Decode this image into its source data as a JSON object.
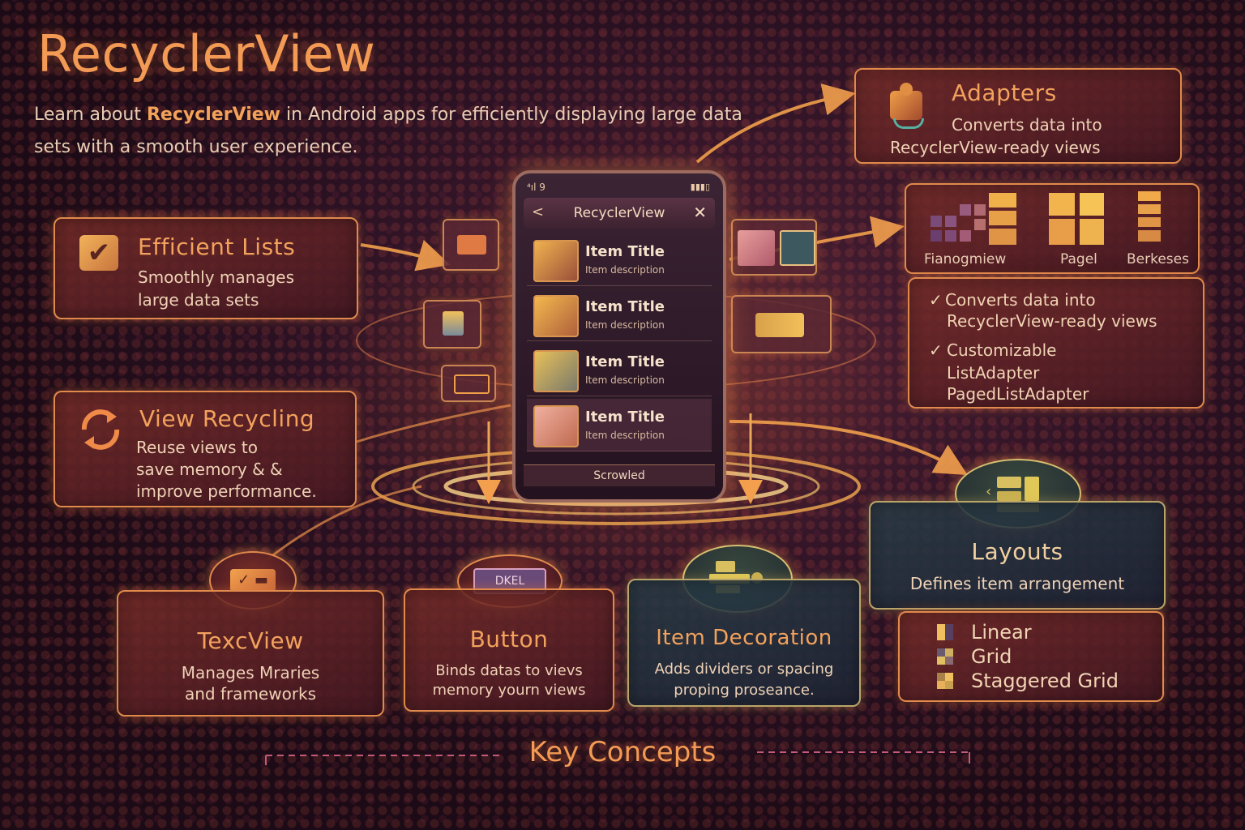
{
  "header": {
    "title": "RecyclerView",
    "intro_prefix": "Learn about ",
    "intro_highlight": "RecyclerView",
    "intro_suffix": " in Android apps for efficiently displaying large data sets with a smooth user experience."
  },
  "efficient_lists": {
    "title": "Efficient Lists",
    "desc_1": "Smoothly manages",
    "desc_2": "large data sets"
  },
  "view_recycling": {
    "title": "View Recycling",
    "desc_1": "Reuse views to",
    "desc_2": "save memory & &",
    "desc_3": "improve performance."
  },
  "adapters": {
    "title": "Adapters",
    "desc_1": "Converts data into",
    "desc_2": "RecyclerView-ready views"
  },
  "adapter_types": {
    "labels": [
      "Fianogmiew",
      "Pagel",
      "Berkeses"
    ],
    "bullet_1a": "Converts data into",
    "bullet_1b": "RecyclerView-ready views",
    "bullet_2a": "Customizable",
    "bullet_2b": "ListAdapter",
    "bullet_2c": "PagedListAdapter",
    "check": "✓"
  },
  "phone": {
    "status_left": "⁴ıl 9",
    "status_right": "▮▮▮▯",
    "appbar_title": "RecyclerView",
    "back": "<",
    "close": "✕",
    "rows": [
      {
        "title": "Item Title",
        "desc": "Item description"
      },
      {
        "title": "Item Title",
        "desc": "Item description"
      },
      {
        "title": "Item Title",
        "desc": "Item description"
      },
      {
        "title": "Item Title",
        "desc": "Item description"
      }
    ],
    "scroll_label": "Scrowled"
  },
  "textview": {
    "title": "TexcView",
    "desc_1": "Manages Mraries",
    "desc_2": "and frameworks"
  },
  "button": {
    "badge": "DKEL",
    "title": "Button",
    "desc_1": "Binds datas to vievs",
    "desc_2": "memory yourn views"
  },
  "item_decoration": {
    "title": "Item Decoration",
    "desc_1": "Adds dividers or spacing",
    "desc_2": "proping proseance."
  },
  "layouts": {
    "title": "Layouts",
    "desc": "Defines item arrangement",
    "options": [
      "Linear",
      "Grid",
      "Staggered Grid"
    ]
  },
  "footer": {
    "key_concepts": "Key Concepts"
  },
  "colors": {
    "accent": "#f39a54",
    "border": "#e08a4c",
    "background": "#2c1224",
    "teal_card": "#28384a"
  }
}
